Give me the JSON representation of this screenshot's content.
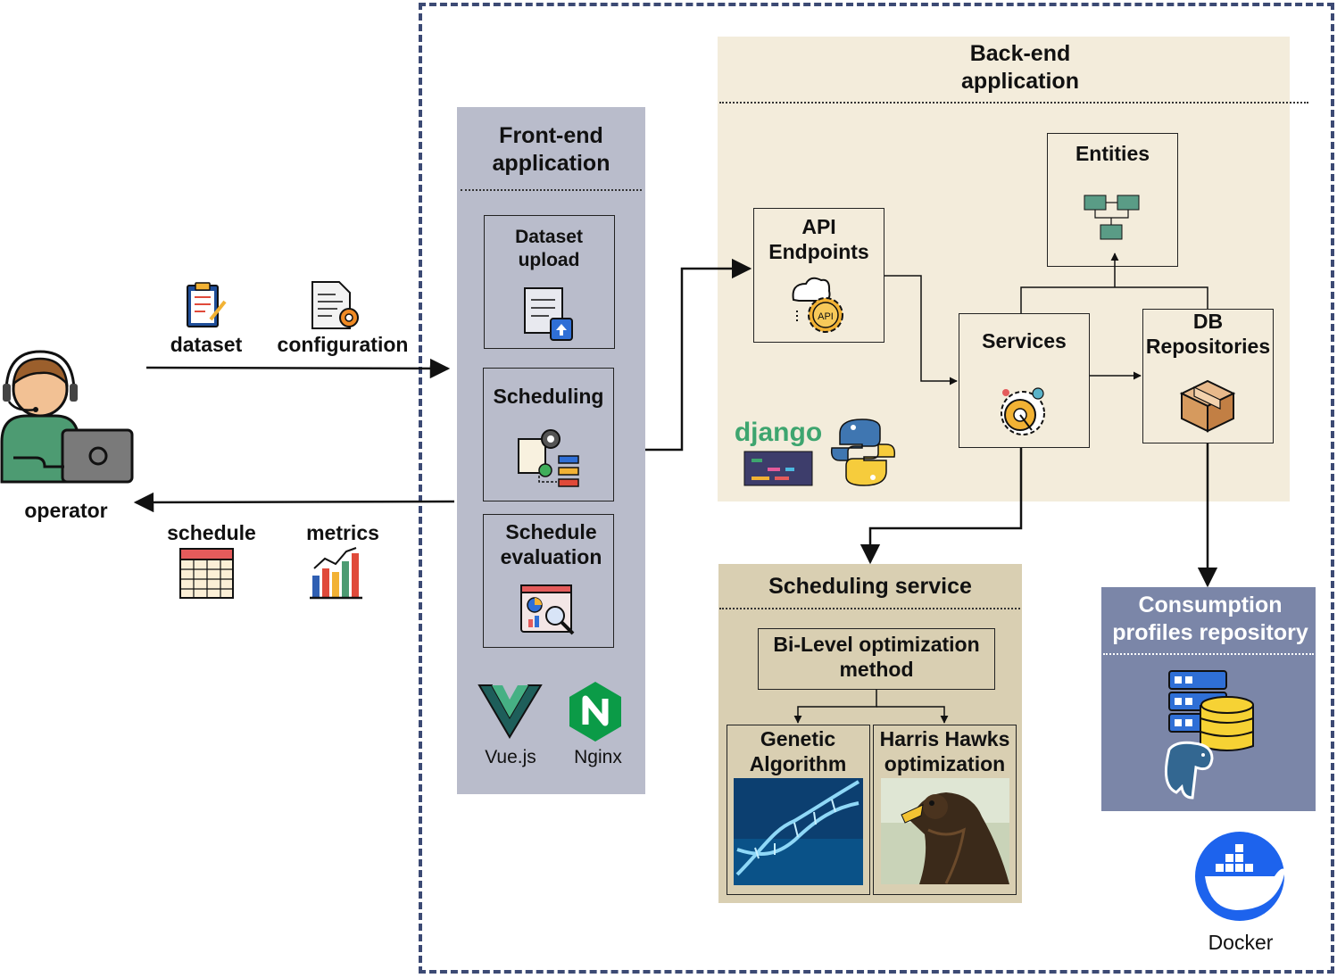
{
  "operator": {
    "label": "operator"
  },
  "inputs": {
    "dataset": "dataset",
    "configuration": "configuration"
  },
  "outputs": {
    "schedule": "schedule",
    "metrics": "metrics"
  },
  "frontend": {
    "title": "Front-end application",
    "modules": [
      "Dataset upload",
      "Scheduling",
      "Schedule evaluation"
    ],
    "tech": [
      "Vue.js",
      "Nginx"
    ]
  },
  "backend": {
    "title": "Back-end application",
    "api": "API Endpoints",
    "entities": "Entities",
    "services": "Services",
    "repos": "DB Repositories",
    "tech_logo": "django"
  },
  "scheduling_service": {
    "title": "Scheduling service",
    "method": "Bi-Level optimization method",
    "algorithms": [
      "Genetic Algorithm",
      "Harris Hawks optimization"
    ]
  },
  "repository": {
    "title": "Consumption profiles repository"
  },
  "docker": {
    "label": "Docker"
  },
  "colors": {
    "frontend_bg": "#b9bccb",
    "backend_bg": "#f3ecdb",
    "scheduling_bg": "#d9cfb2",
    "repository_bg": "#7b86a8",
    "border_dash": "#3c4a74",
    "docker_blue": "#1d63ed"
  }
}
